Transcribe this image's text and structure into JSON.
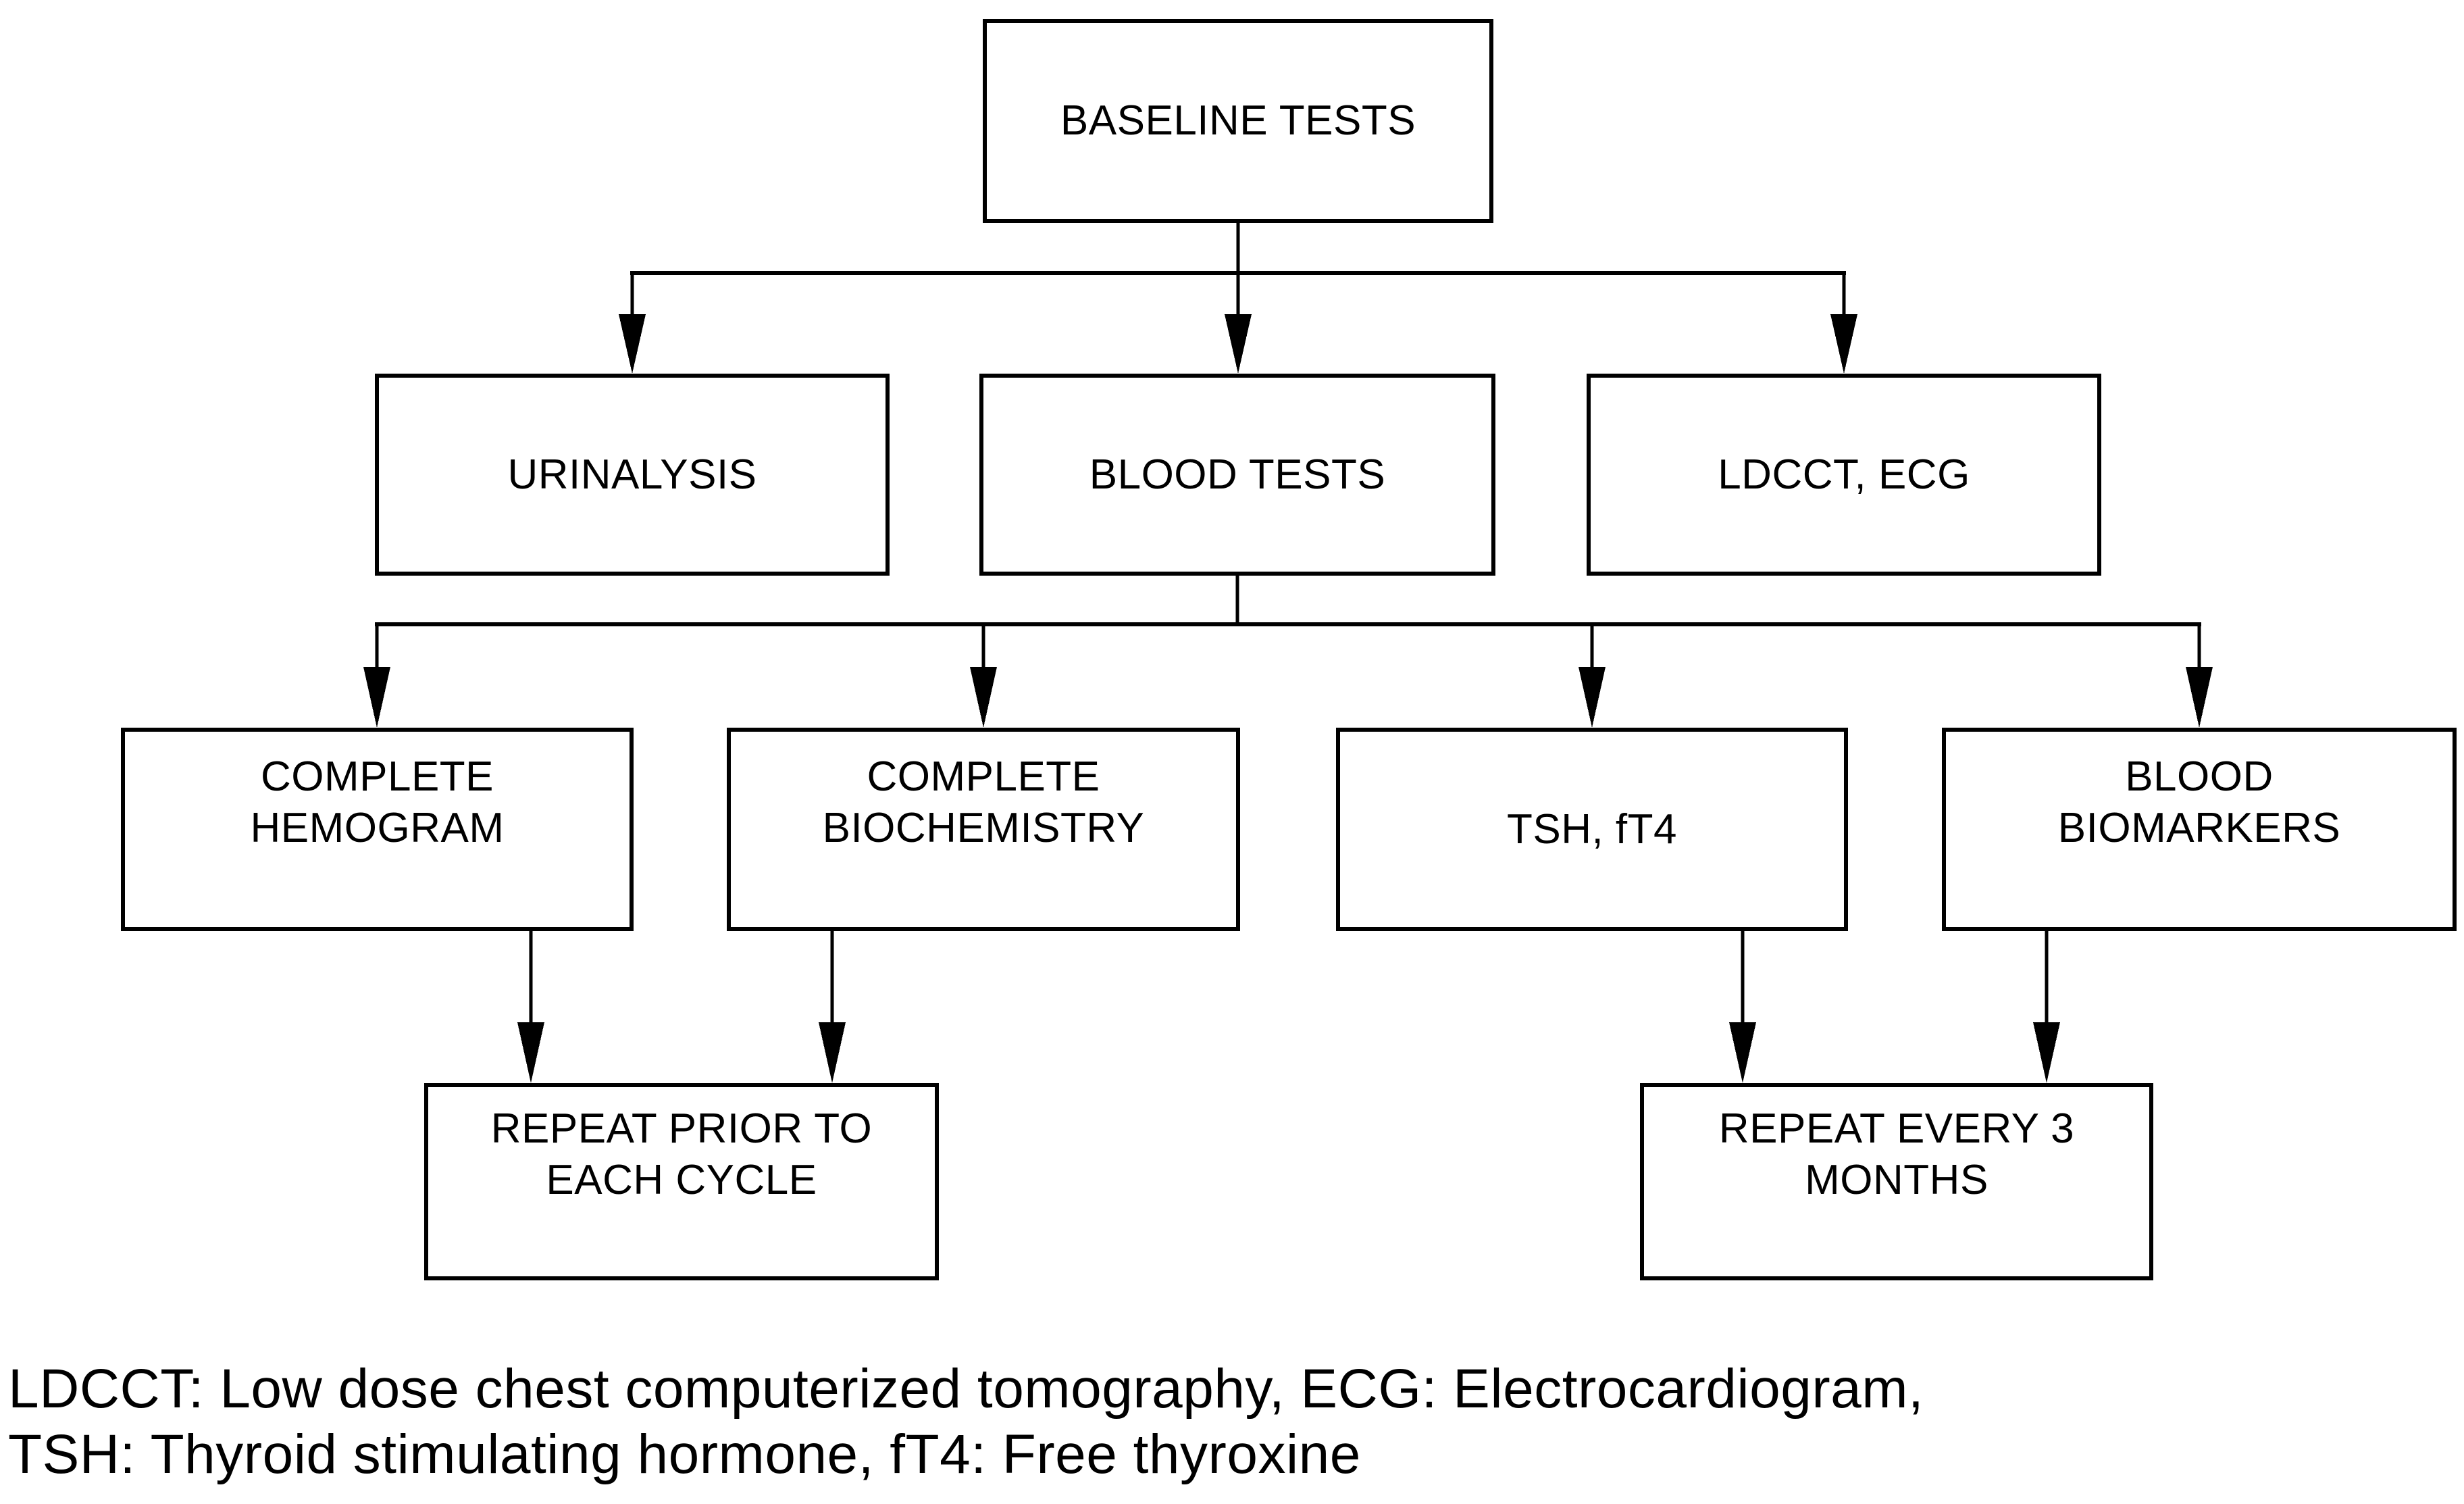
{
  "diagram": {
    "type": "flowchart",
    "background": "#ffffff",
    "line_color": "#000000",
    "text_color": "#000000",
    "nodes": {
      "baseline_tests": {
        "label": "BASELINE TESTS"
      },
      "urinalysis": {
        "label": "URINALYSIS"
      },
      "blood_tests": {
        "label": "BLOOD TESTS"
      },
      "ldcct_ecg": {
        "label": "LDCCT, ECG"
      },
      "complete_hemogram": {
        "label": "COMPLETE\nHEMOGRAM"
      },
      "complete_biochemistry": {
        "label": "COMPLETE\nBIOCHEMISTRY"
      },
      "tsh_ft4": {
        "label": "TSH, fT4"
      },
      "blood_biomarkers": {
        "label": "BLOOD\nBIOMARKERS"
      },
      "repeat_prior": {
        "label": "REPEAT PRIOR TO\nEACH CYCLE"
      },
      "repeat_every_3": {
        "label": "REPEAT EVERY 3\nMONTHS"
      }
    },
    "edges": [
      {
        "from": "BASELINE TESTS",
        "to": "URINALYSIS"
      },
      {
        "from": "BASELINE TESTS",
        "to": "BLOOD TESTS"
      },
      {
        "from": "BASELINE TESTS",
        "to": "LDCCT, ECG"
      },
      {
        "from": "BLOOD TESTS",
        "to": "COMPLETE HEMOGRAM"
      },
      {
        "from": "BLOOD TESTS",
        "to": "COMPLETE BIOCHEMISTRY"
      },
      {
        "from": "BLOOD TESTS",
        "to": "TSH, fT4"
      },
      {
        "from": "BLOOD TESTS",
        "to": "BLOOD BIOMARKERS"
      },
      {
        "from": "COMPLETE HEMOGRAM",
        "to": "REPEAT PRIOR TO EACH CYCLE"
      },
      {
        "from": "COMPLETE BIOCHEMISTRY",
        "to": "REPEAT PRIOR TO EACH CYCLE"
      },
      {
        "from": "TSH, fT4",
        "to": "REPEAT EVERY 3 MONTHS"
      },
      {
        "from": "BLOOD BIOMARKERS",
        "to": "REPEAT EVERY 3 MONTHS"
      }
    ],
    "legend": {
      "line1": "LDCCT: Low dose chest computerized tomography, ECG: Electrocardiogram,",
      "line2": "TSH: Thyroid stimulating hormone, fT4: Free thyroxine"
    }
  }
}
